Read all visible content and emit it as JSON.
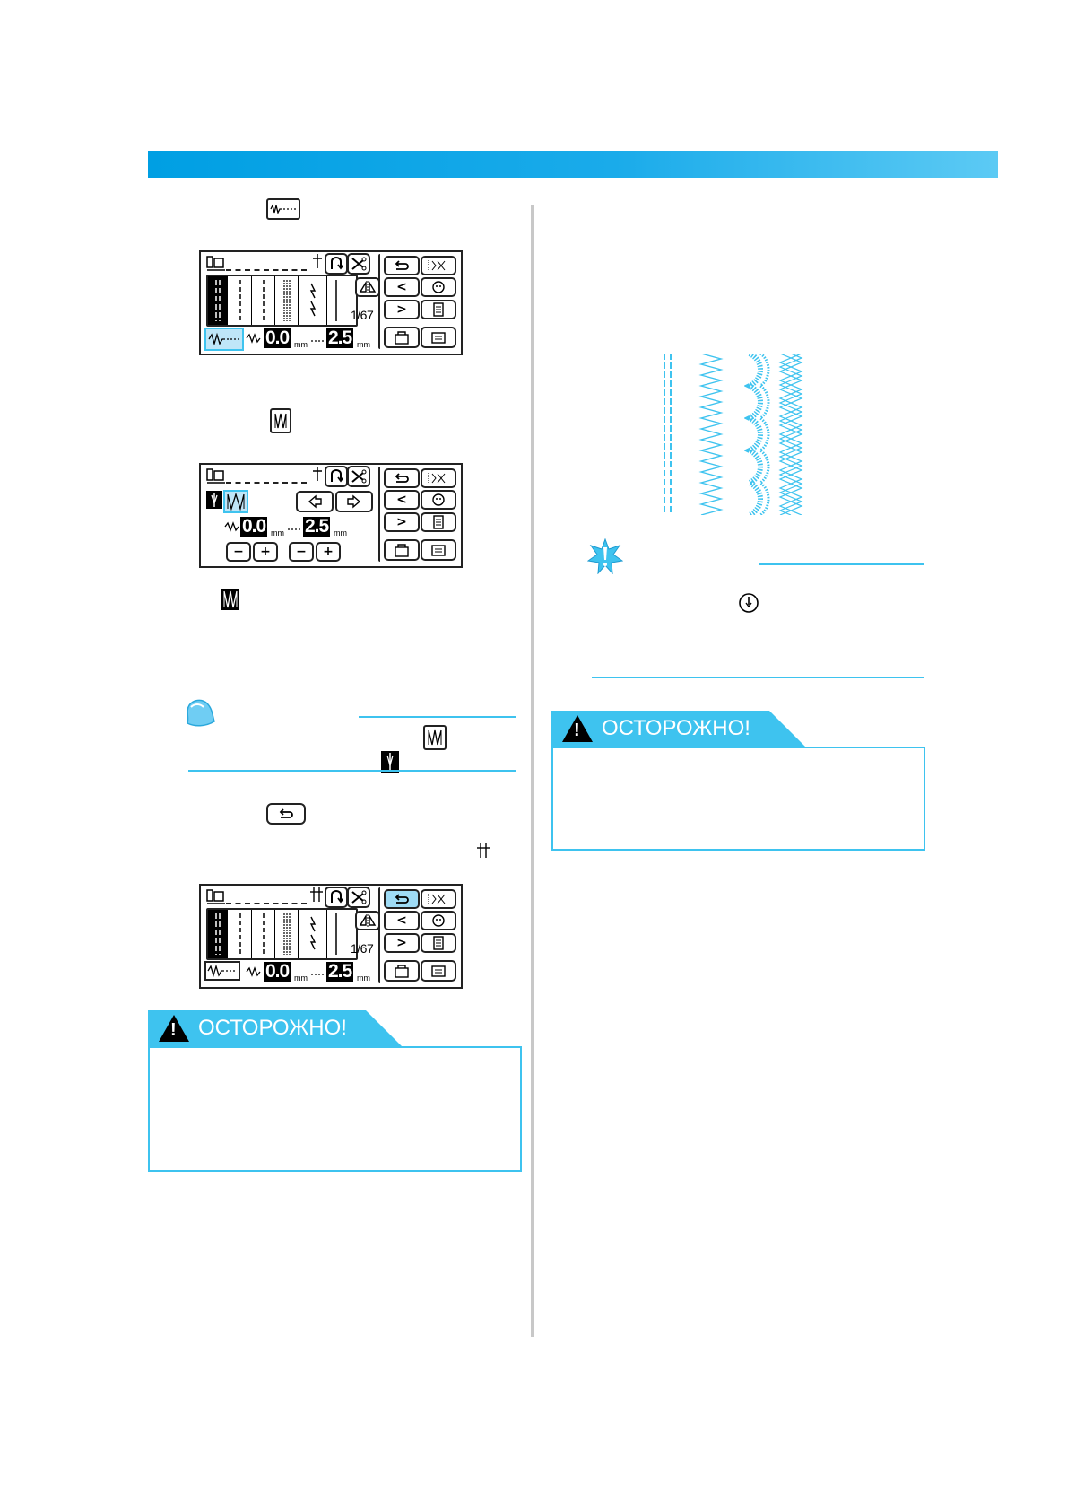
{
  "page": {
    "accent_color": "#3ec3ef",
    "header_color": "#009fe3"
  },
  "icons": {
    "stitch_length_key": "stitch-length-key-icon",
    "twin_needle_key": "twin-needle-key-icon",
    "single_needle": "single-needle-icon",
    "return_key": "return-key-icon",
    "twin_needle_mark": "twin-needle-mark-icon",
    "memo": "memo-bell-icon",
    "note": "note-star-icon",
    "needle_position": "needle-position-icon"
  },
  "screen1": {
    "width_value": "0.0",
    "width_unit": "mm",
    "length_value": "2.5",
    "length_unit": "mm",
    "page": "1/67",
    "stitch_length_key_active": true
  },
  "screen2": {
    "width_value": "0.0",
    "width_unit": "mm",
    "length_value": "2.5",
    "length_unit": "mm",
    "minus": "−",
    "plus": "+"
  },
  "screen3": {
    "width_value": "0.0",
    "width_unit": "mm",
    "length_value": "2.5",
    "length_unit": "mm",
    "page": "1/67",
    "return_key_active": true
  },
  "keys": {
    "return": "⮌",
    "prev": "<",
    "next": ">"
  },
  "warnings": [
    {
      "title": "ОСТОРОЖНО!"
    },
    {
      "title": "ОСТОРОЖНО!"
    }
  ]
}
